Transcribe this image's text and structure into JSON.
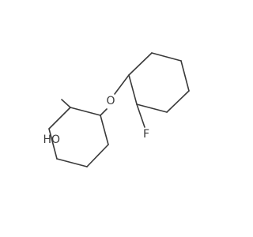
{
  "molecule": {
    "atoms": {
      "oxygen_ether": "O",
      "fluorine": "F",
      "hydroxyl": "HO"
    }
  }
}
